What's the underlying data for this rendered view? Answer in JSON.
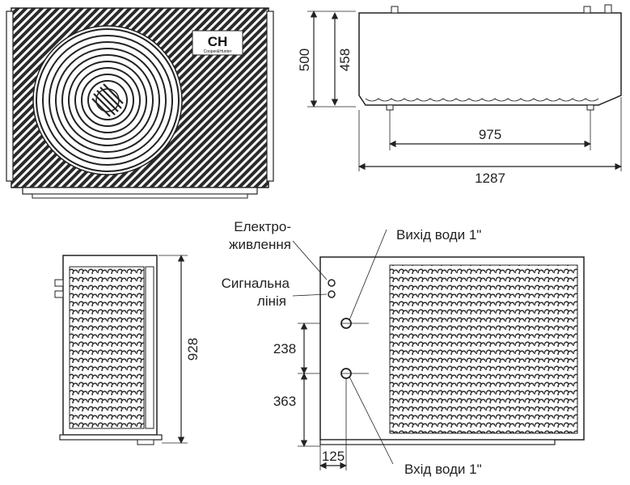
{
  "logo": {
    "mark": "CH",
    "brand": "Cooper&Hunter"
  },
  "top_view": {
    "height_total": "500",
    "height_body": "458",
    "feet_spacing": "975",
    "width_total": "1287"
  },
  "side_view": {
    "height": "928"
  },
  "rear_view": {
    "dim_upper": "238",
    "dim_lower": "363",
    "dim_offset": "125",
    "label_power_line1": "Електро-",
    "label_power_line2": "живлення",
    "label_signal_line1": "Сигнальна",
    "label_signal_line2": "лінія",
    "label_water_out": "Вихід води 1\"",
    "label_water_in": "Вхід води 1\""
  }
}
